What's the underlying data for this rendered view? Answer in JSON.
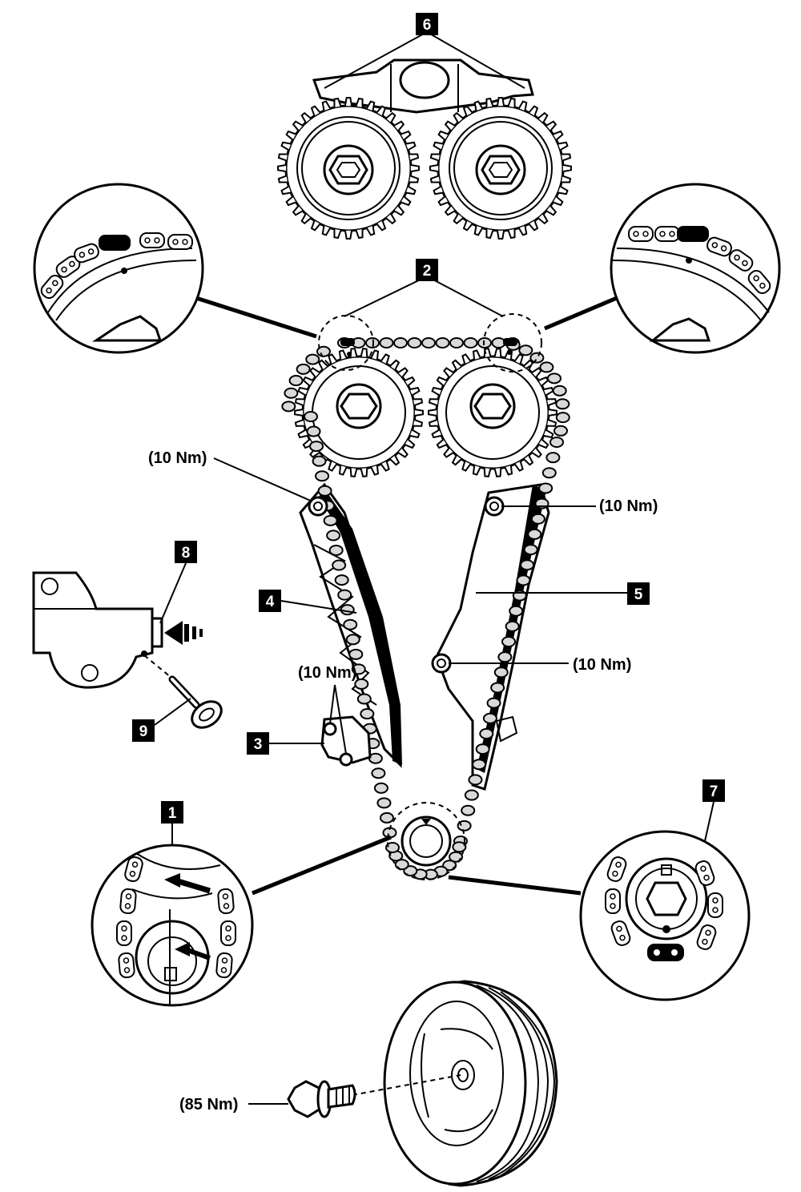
{
  "callouts": {
    "c1": "1",
    "c2": "2",
    "c3": "3",
    "c4": "4",
    "c5": "5",
    "c6": "6",
    "c7": "7",
    "c8": "8",
    "c9": "9"
  },
  "torque": {
    "guide_left_upper": "(10 Nm)",
    "guide_right_upper": "(10 Nm)",
    "guide_right_lower": "(10 Nm)",
    "tensioner": "(10 Nm)",
    "crank_pulley_bolt": "(85 Nm)"
  },
  "icons": {
    "camshaft_sprocket": "gear-icon",
    "crankshaft_sprocket": "gear-icon",
    "timing_chain": "chain-icon",
    "direction_arrow": "arrow-icon",
    "locking_pin": "pin-icon",
    "pulley": "pulley-icon",
    "bolt": "bolt-icon"
  },
  "colors": {
    "ink": "#000000",
    "paper": "#ffffff",
    "badge": "#000000",
    "link": "#d9d9d9"
  }
}
